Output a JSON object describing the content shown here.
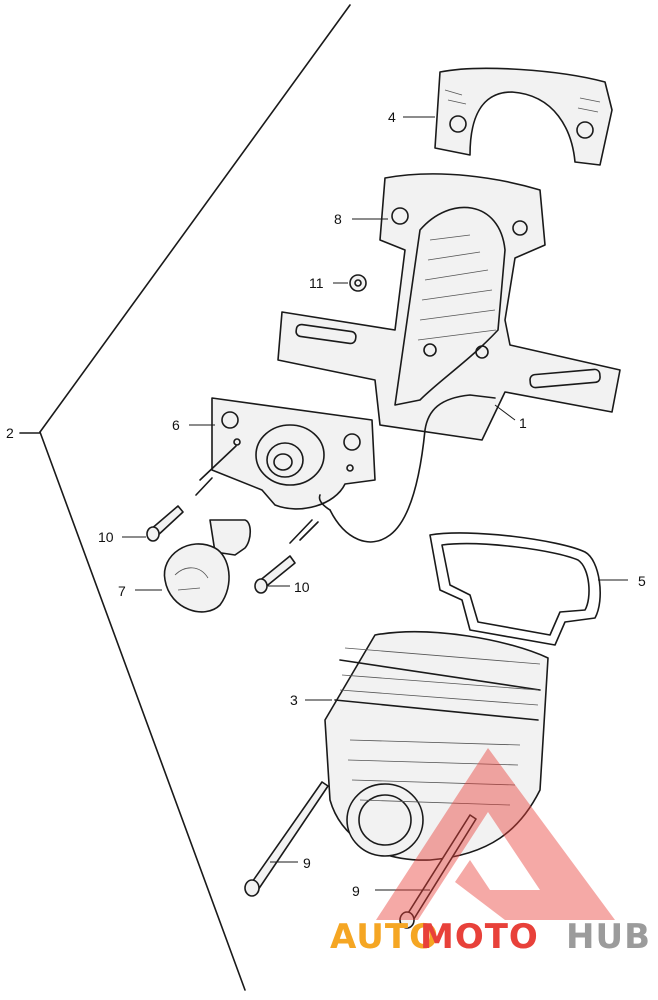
{
  "callouts": {
    "c1": "1",
    "c2": "2",
    "c3": "3",
    "c4": "4",
    "c5": "5",
    "c6": "6",
    "c7": "7",
    "c8": "8",
    "c9a": "9",
    "c9b": "9",
    "c10a": "10",
    "c10b": "10",
    "c11": "11"
  },
  "watermark": {
    "part_auto": "AUTO",
    "part_moto": "MOTO",
    "part_hub": "HUB",
    "color_orange": "#f5a623",
    "color_red": "#e8413a",
    "color_gray": "#9b9b9b"
  }
}
